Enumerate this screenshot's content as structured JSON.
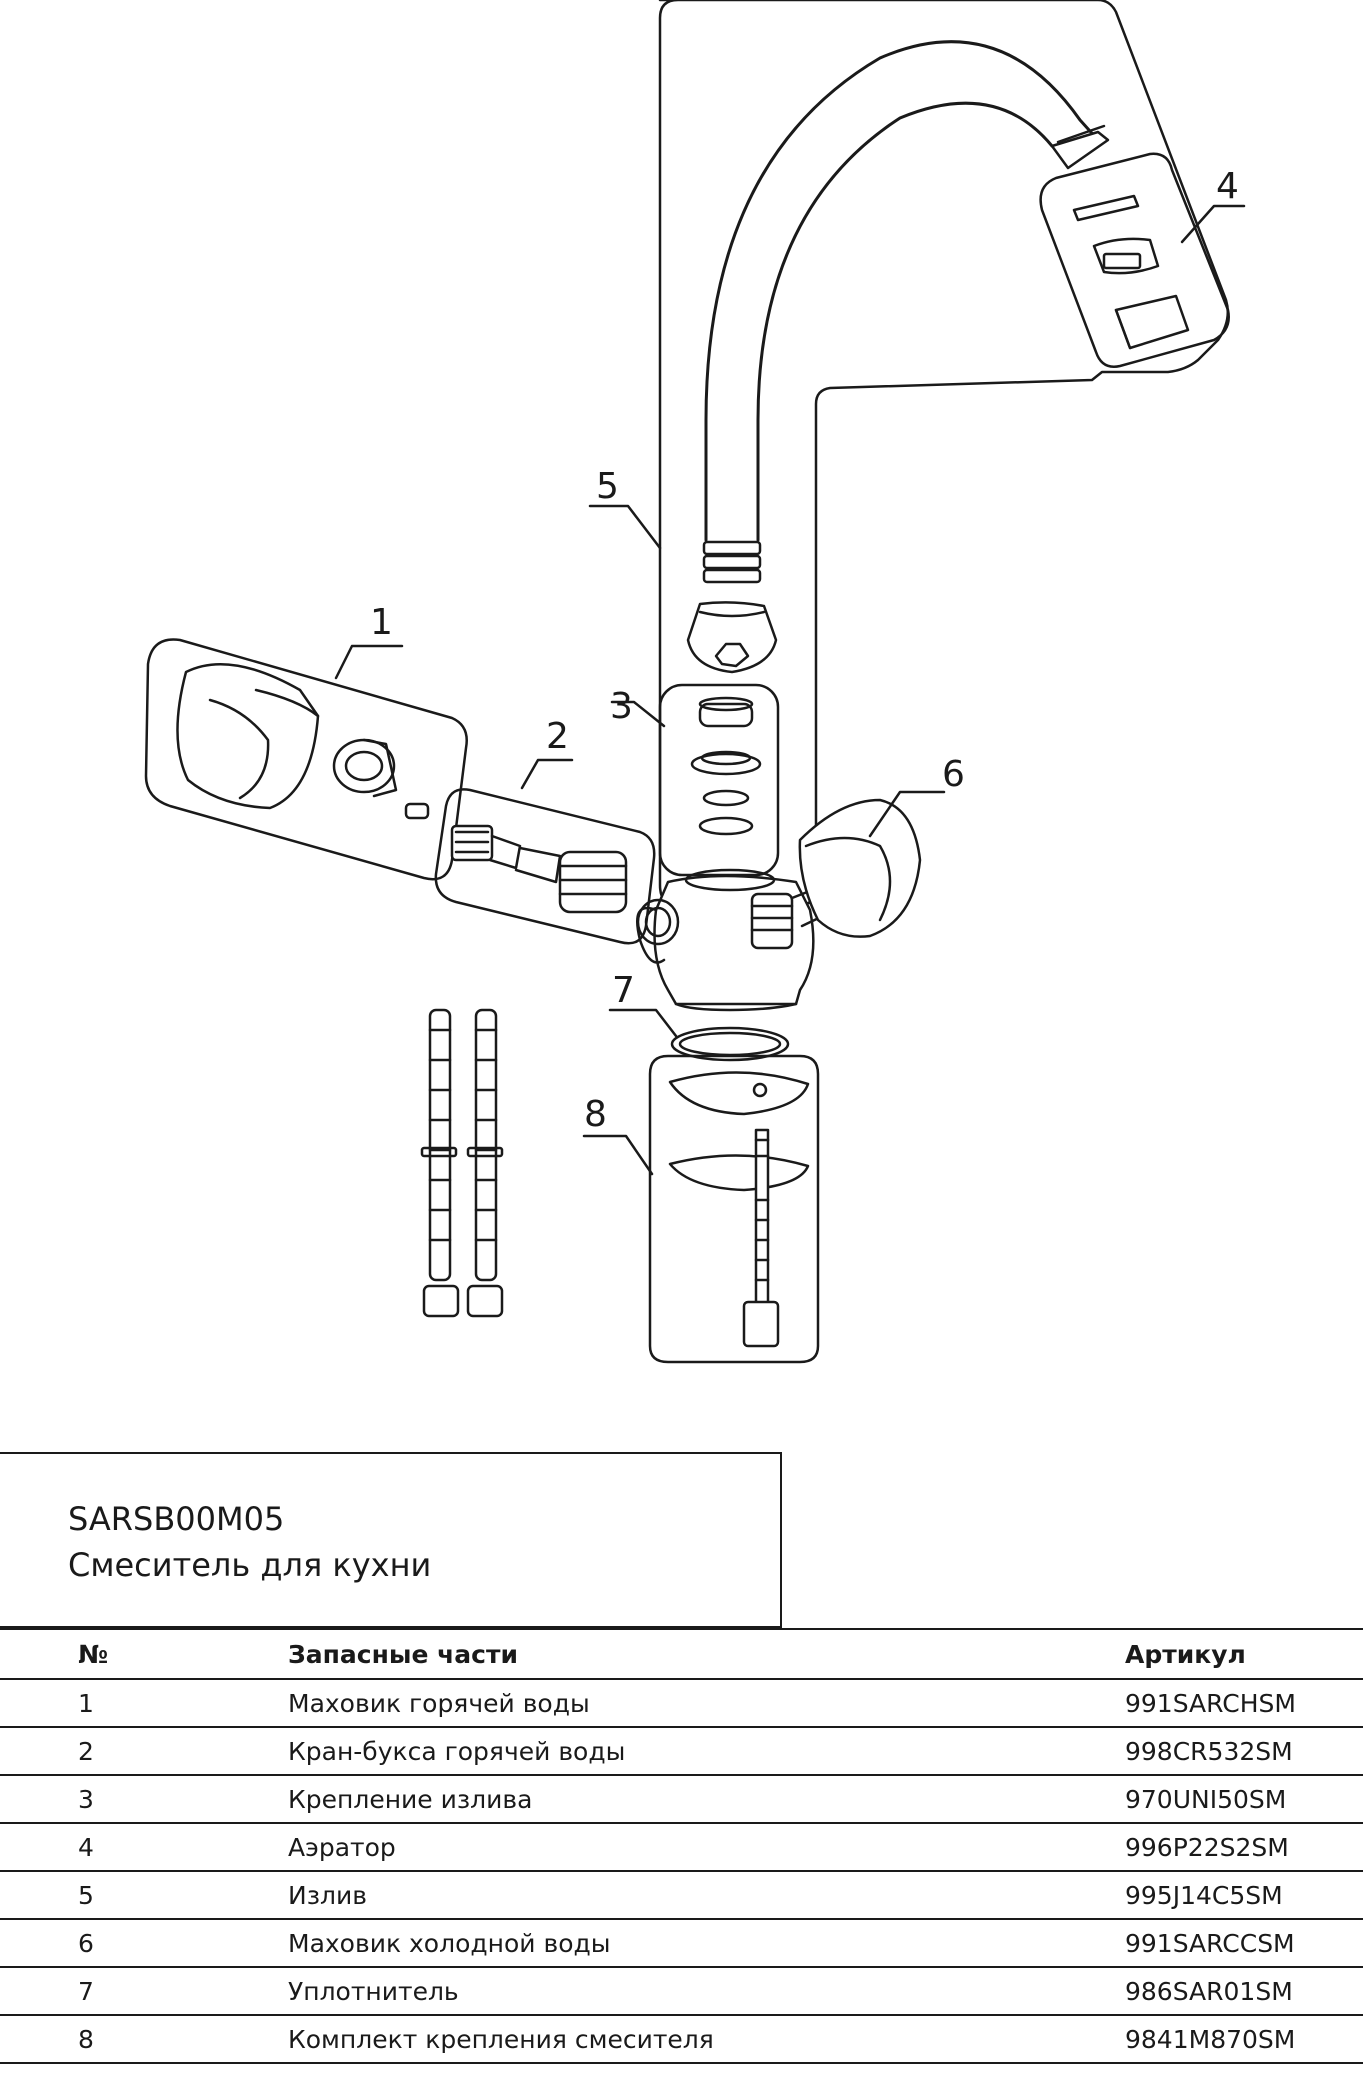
{
  "diagram": {
    "callouts": [
      "1",
      "2",
      "3",
      "4",
      "5",
      "6",
      "7",
      "8"
    ]
  },
  "title_block": {
    "code": "SARSB00M05",
    "name": "Смеситель для кухни"
  },
  "table": {
    "headers": [
      "№",
      "Запасные части",
      "Артикул"
    ],
    "rows": [
      {
        "num": "1",
        "name": "Маховик горячей воды",
        "article": "991SARCHSM"
      },
      {
        "num": "2",
        "name": "Кран-букса горячей воды",
        "article": "998CR532SM"
      },
      {
        "num": "3",
        "name": "Крепление излива",
        "article": "970UNI50SM"
      },
      {
        "num": "4",
        "name": "Аэратор",
        "article": "996P22S2SM"
      },
      {
        "num": "5",
        "name": "Излив",
        "article": "995J14C5SM"
      },
      {
        "num": "6",
        "name": "Маховик холодной воды",
        "article": "991SARCCSM"
      },
      {
        "num": "7",
        "name": "Уплотнитель",
        "article": "986SAR01SM"
      },
      {
        "num": "8",
        "name": "Комплект крепления смесителя",
        "article": "9841M870SM"
      }
    ]
  }
}
